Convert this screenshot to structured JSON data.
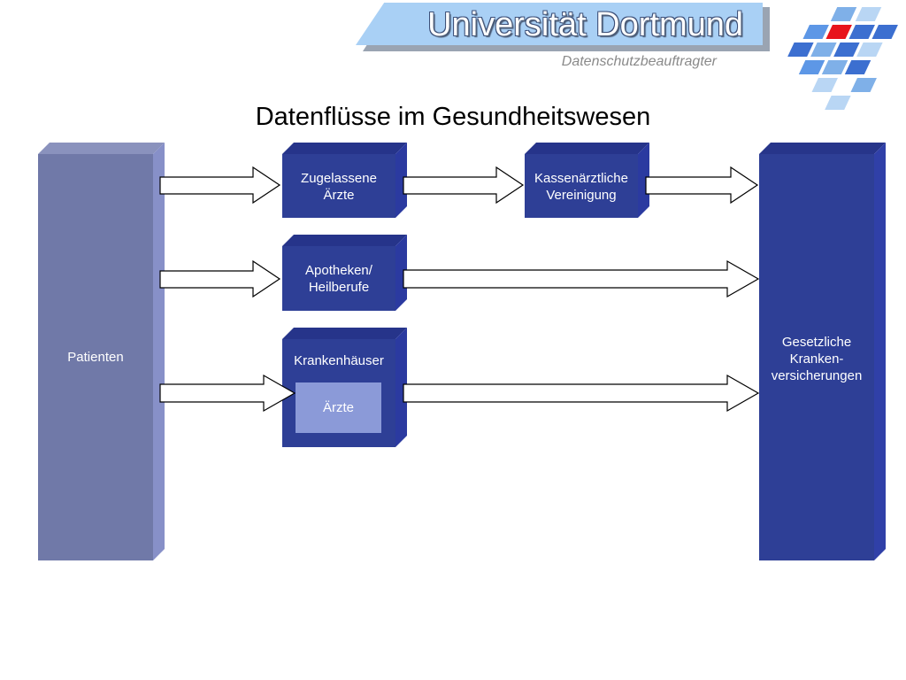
{
  "header": {
    "title": "Universität Dortmund",
    "subtitle": "Datenschutzbeauftragter"
  },
  "slide": {
    "title": "Datenflüsse im Gesundheitswesen"
  },
  "diagram": {
    "source": "Patienten",
    "target": "Gesetzliche\nKranken-\nversicherungen",
    "nodes": {
      "zugelassene_aerzte": "Zugelassene\nÄrzte",
      "kassenaerztliche": "Kassenärztliche\nVereinigung",
      "apotheken": "Apotheken/\nHeilberufe",
      "krankenhaeuser": "Krankenhäuser",
      "krankenhaus_aerzte": "Ärzte"
    },
    "flows": [
      [
        "Patienten",
        "Zugelassene Ärzte"
      ],
      [
        "Zugelassene Ärzte",
        "Kassenärztliche Vereinigung"
      ],
      [
        "Kassenärztliche Vereinigung",
        "Gesetzliche Krankenversicherungen"
      ],
      [
        "Patienten",
        "Apotheken/Heilberufe"
      ],
      [
        "Apotheken/Heilberufe",
        "Gesetzliche Krankenversicherungen"
      ],
      [
        "Patienten",
        "Krankenhäuser"
      ],
      [
        "Krankenhäuser",
        "Gesetzliche Krankenversicherungen"
      ]
    ]
  },
  "colors": {
    "patient_block": "#7079a8",
    "box_fill": "#2e3f96",
    "box_side": "#2b3aa0",
    "inner_box": "#8b9ad8",
    "header_band": "#a9d0f5"
  },
  "logo": {
    "icon": "university-logo-icon"
  }
}
